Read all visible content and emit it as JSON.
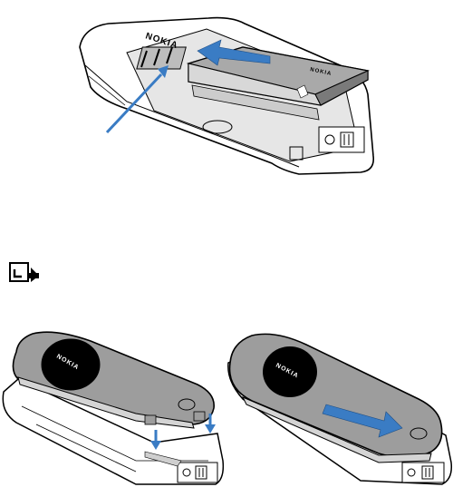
{
  "figures": {
    "battery_insert": {
      "phone_brand": "NOKIA",
      "battery_brand": "NOKIA"
    },
    "cover_lower": {
      "cover_brand": "NOKIA"
    },
    "cover_slide": {
      "cover_brand": "NOKIA"
    }
  },
  "note": {
    "icon": "note-icon"
  }
}
